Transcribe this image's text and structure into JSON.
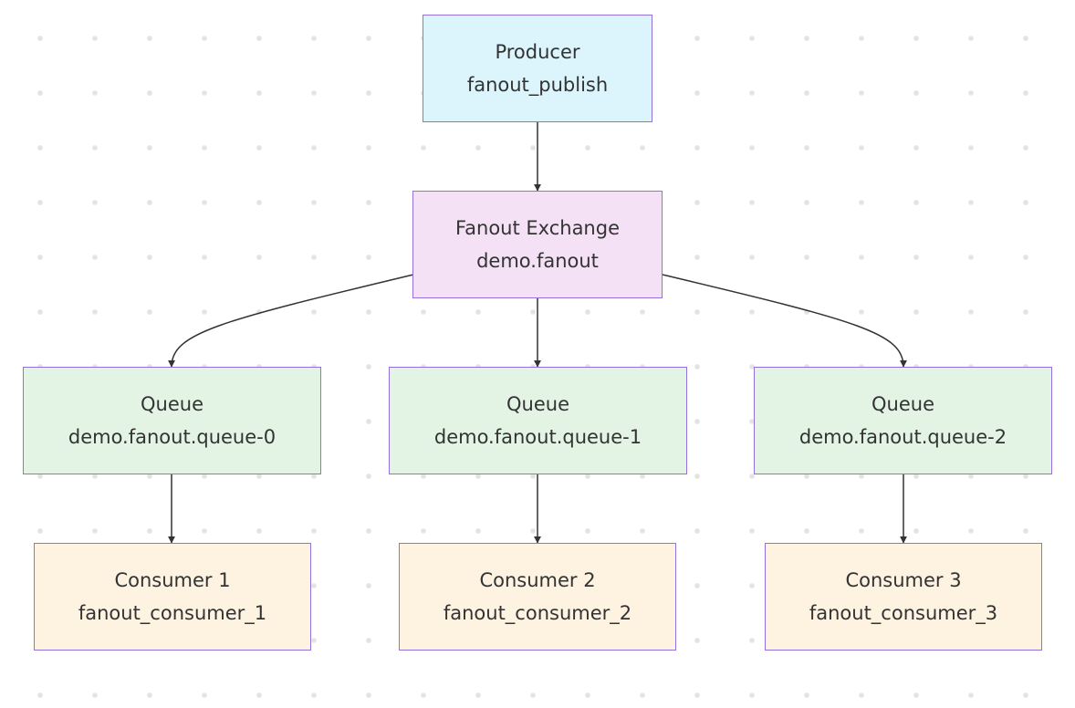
{
  "diagram": {
    "type": "flowchart",
    "direction": "top-down",
    "colors": {
      "producer": "#dcf4fc",
      "exchange": "#f5e1f6",
      "queue": "#e3f4e5",
      "consumer": "#fef2e0",
      "border": "#9370db",
      "edge": "#333333",
      "text": "#333333"
    },
    "nodes": {
      "producer": {
        "title": "Producer",
        "subtitle": "fanout_publish"
      },
      "exchange": {
        "title": "Fanout Exchange",
        "subtitle": "demo.fanout"
      },
      "queue0": {
        "title": "Queue",
        "subtitle": "demo.fanout.queue-0"
      },
      "queue1": {
        "title": "Queue",
        "subtitle": "demo.fanout.queue-1"
      },
      "queue2": {
        "title": "Queue",
        "subtitle": "demo.fanout.queue-2"
      },
      "consumer1": {
        "title": "Consumer 1",
        "subtitle": "fanout_consumer_1"
      },
      "consumer2": {
        "title": "Consumer 2",
        "subtitle": "fanout_consumer_2"
      },
      "consumer3": {
        "title": "Consumer 3",
        "subtitle": "fanout_consumer_3"
      }
    },
    "edges": [
      {
        "from": "producer",
        "to": "exchange"
      },
      {
        "from": "exchange",
        "to": "queue0"
      },
      {
        "from": "exchange",
        "to": "queue1"
      },
      {
        "from": "exchange",
        "to": "queue2"
      },
      {
        "from": "queue0",
        "to": "consumer1"
      },
      {
        "from": "queue1",
        "to": "consumer2"
      },
      {
        "from": "queue2",
        "to": "consumer3"
      }
    ]
  }
}
